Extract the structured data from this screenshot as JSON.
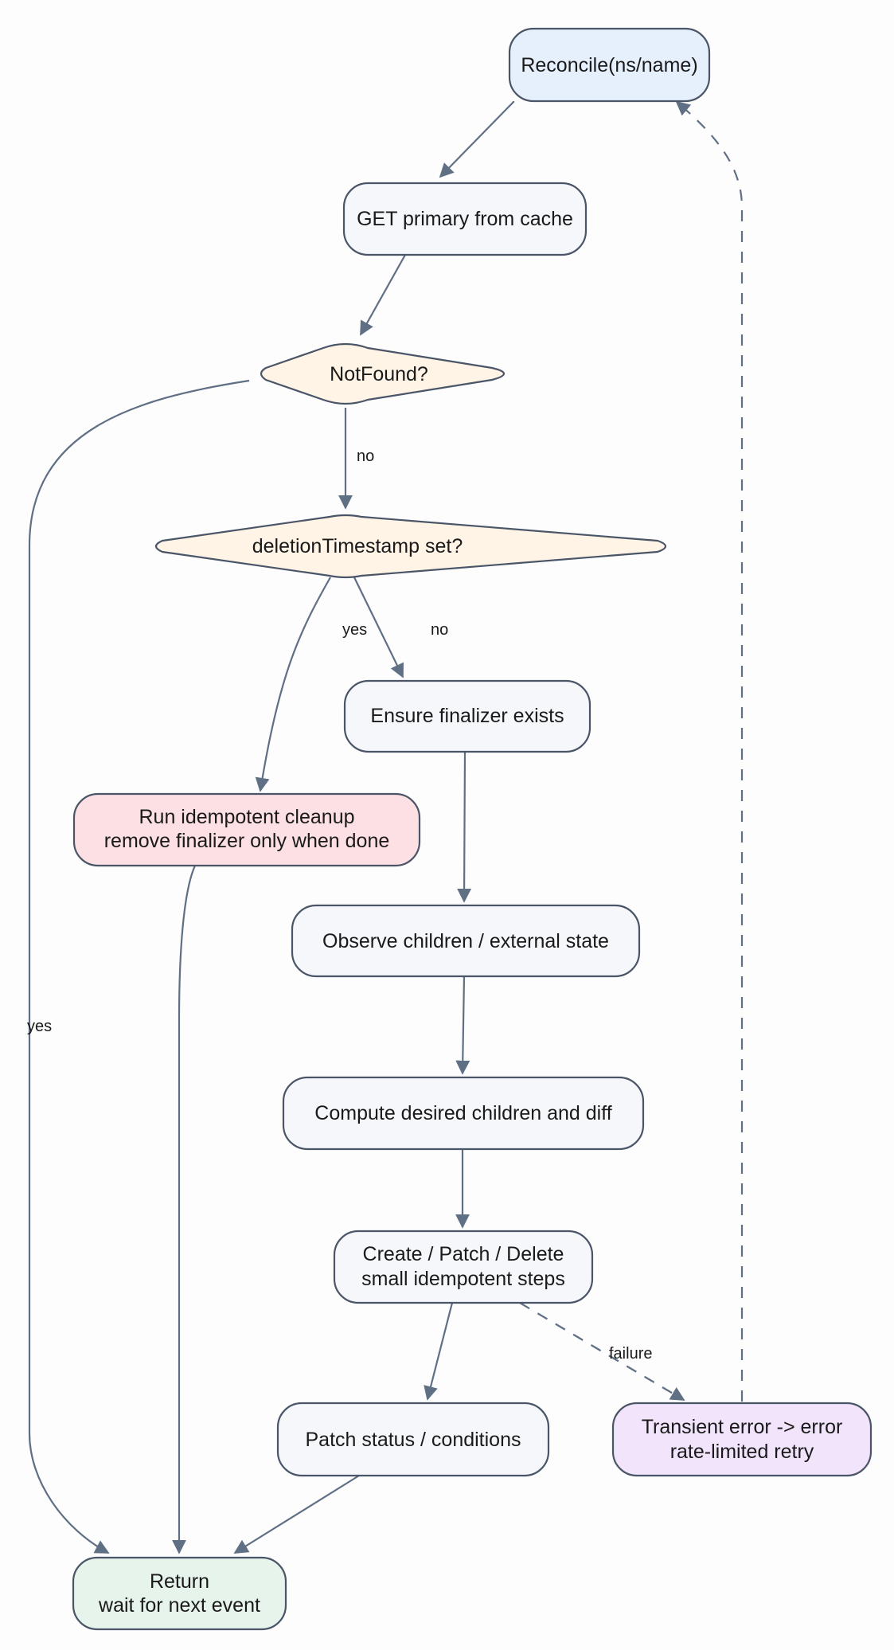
{
  "colors": {
    "start": "#e6f0fd",
    "process": "#f5f7fb",
    "decision": "#fff4e6",
    "cleanup": "#fde0e3",
    "retry": "#f1e4fb",
    "end": "#e6f4ec",
    "edge": "#5f6f84",
    "border": "#4a5568"
  },
  "nodes": {
    "reconcile": {
      "lines": [
        "Reconcile(ns/name)"
      ]
    },
    "get_primary": {
      "lines": [
        "GET primary from cache"
      ]
    },
    "not_found": {
      "lines": [
        "NotFound?"
      ]
    },
    "deletion_ts": {
      "lines": [
        "deletionTimestamp set?"
      ]
    },
    "ensure_finalizer": {
      "lines": [
        "Ensure finalizer exists"
      ]
    },
    "cleanup": {
      "lines": [
        "Run idempotent cleanup",
        "remove finalizer only when done"
      ]
    },
    "observe": {
      "lines": [
        "Observe children / external state"
      ]
    },
    "compute": {
      "lines": [
        "Compute desired children and diff"
      ]
    },
    "create_patch": {
      "lines": [
        "Create / Patch / Delete",
        "small idempotent steps"
      ]
    },
    "patch_status": {
      "lines": [
        "Patch status / conditions"
      ]
    },
    "transient": {
      "lines": [
        "Transient error -> error",
        "rate-limited retry"
      ]
    },
    "return": {
      "lines": [
        "Return",
        "wait for next event"
      ]
    }
  },
  "edges": {
    "notfound_no": "no",
    "notfound_yes": "yes",
    "deletion_yes": "yes",
    "deletion_no": "no",
    "failure": "failure"
  }
}
